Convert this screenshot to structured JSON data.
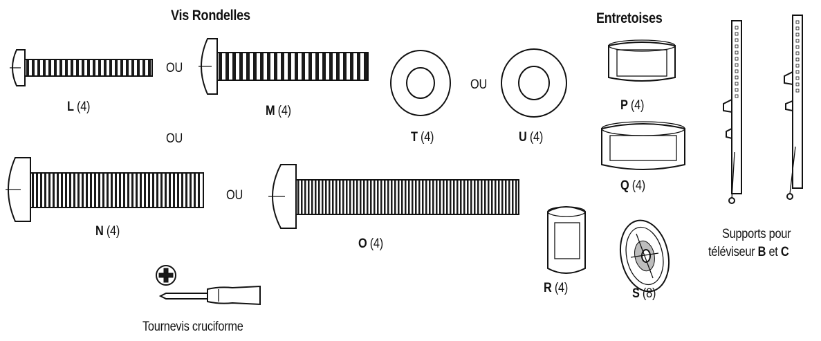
{
  "headers": {
    "screws_washers": "Vis Rondelles",
    "spacers": "Entretoises"
  },
  "or_word": "OU",
  "parts": {
    "L": {
      "letter": "L",
      "qty": "(4)"
    },
    "M": {
      "letter": "M",
      "qty": "(4)"
    },
    "N": {
      "letter": "N",
      "qty": "(4)"
    },
    "O": {
      "letter": "O",
      "qty": "(4)"
    },
    "T": {
      "letter": "T",
      "qty": "(4)"
    },
    "U": {
      "letter": "U",
      "qty": "(4)"
    },
    "P": {
      "letter": "P",
      "qty": "(4)"
    },
    "Q": {
      "letter": "Q",
      "qty": "(4)"
    },
    "R": {
      "letter": "R",
      "qty": "(4)"
    },
    "S": {
      "letter": "S",
      "qty": "(8)"
    }
  },
  "screwdriver_label": "Tournevis cruciforme",
  "brackets": {
    "line1": "Supports pour",
    "line2_prefix": "téléviseur",
    "b": "B",
    "and": "et",
    "c": "C"
  },
  "icons": [
    "phillips-head-icon",
    "screwdriver-icon"
  ]
}
